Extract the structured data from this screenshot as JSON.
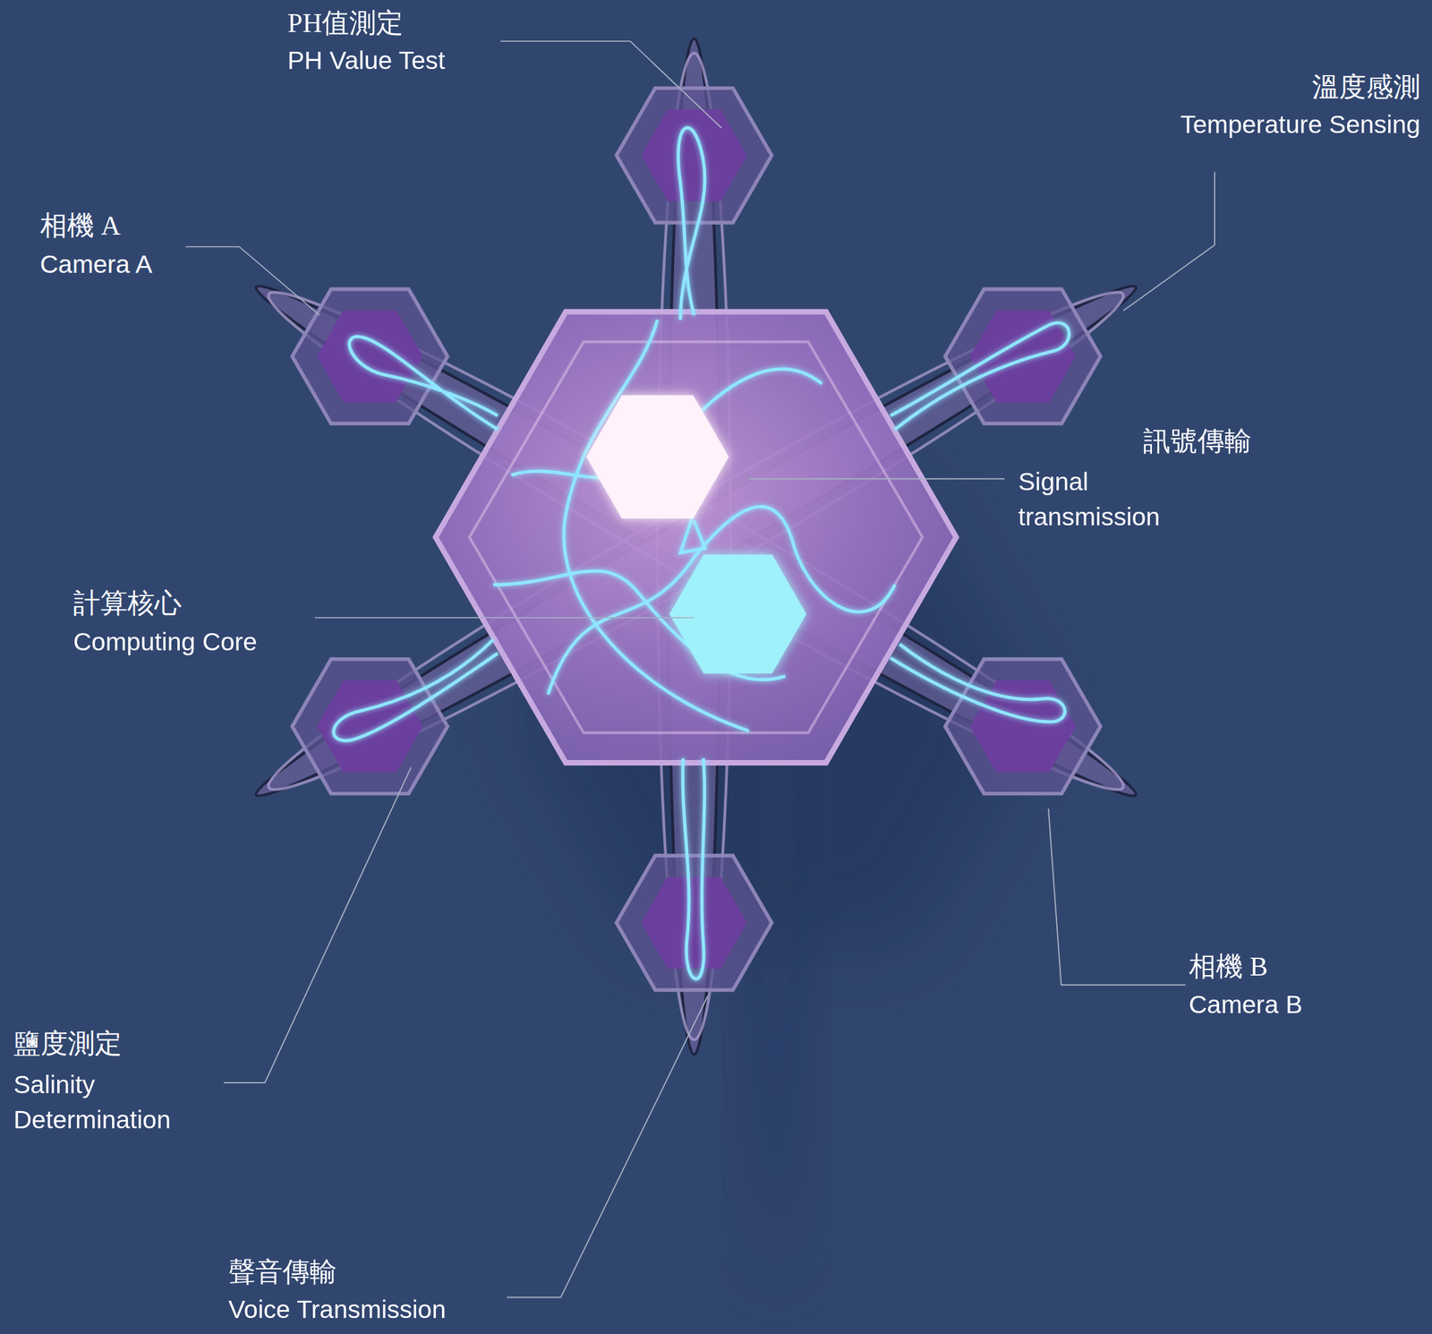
{
  "diagram": {
    "labels": [
      "PH值測定",
      "PH Value Test",
      "溫度感測",
      "Temperature Sensing",
      "相機 A",
      "Camera A",
      "訊號傳輸",
      "Signal transmission",
      "計算核心",
      "Computing Core",
      "鹽度測定",
      "Salinity Determination",
      "相機 B",
      "Camera B",
      "聲音傳輸",
      "Voice Transmission"
    ]
  }
}
